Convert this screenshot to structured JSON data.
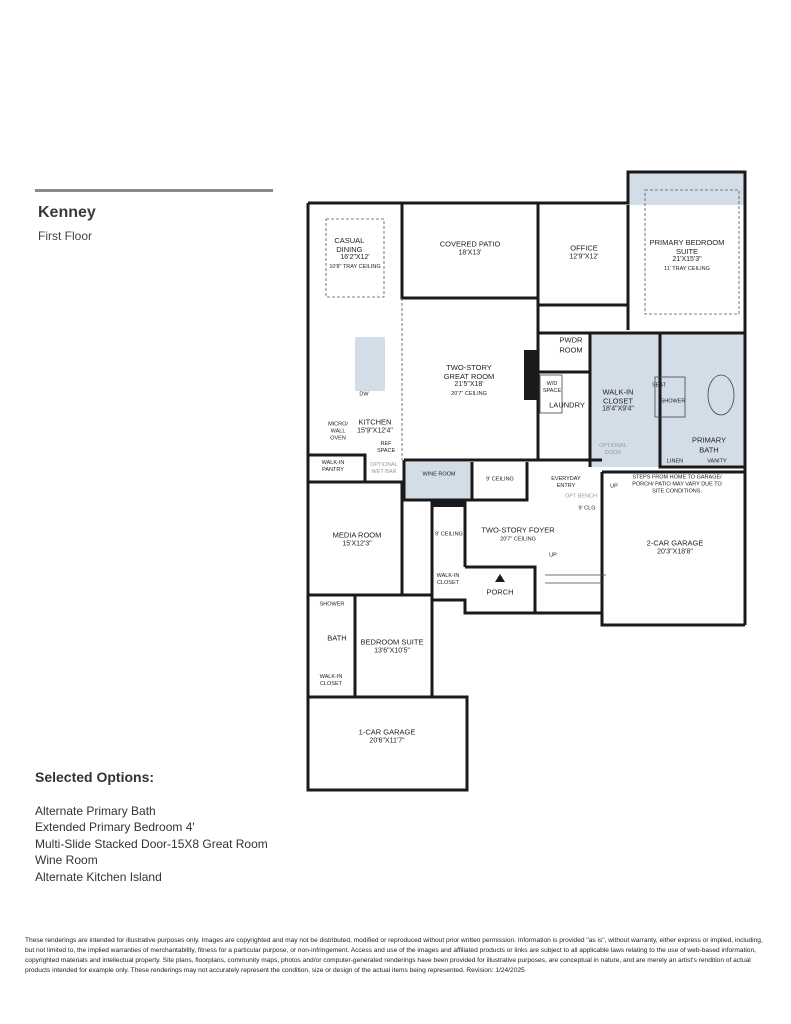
{
  "header": {
    "title": "Kenney",
    "subtitle": "First Floor"
  },
  "plan": {
    "colors": {
      "wall": "#1a1a1a",
      "highlight": "#d3dde8"
    },
    "rooms": {
      "casual_dining": {
        "name": "CASUAL DINING",
        "dims": "16'2\"X12'",
        "note": "10'8\" TRAY CEILING"
      },
      "covered_patio": {
        "name": "COVERED PATIO",
        "dims": "18'X13'"
      },
      "office": {
        "name": "OFFICE",
        "dims": "12'9\"X12'"
      },
      "primary_bedroom": {
        "name": "PRIMARY BEDROOM SUITE",
        "dims": "21'X15'3\"",
        "note": "11' TRAY CEILING"
      },
      "great_room": {
        "name": "TWO-STORY GREAT ROOM",
        "dims": "21'5\"X18'",
        "note": "20'7\" CEILING"
      },
      "pwdr_room": {
        "name": "PWDR ROOM"
      },
      "wd_space": {
        "name": "W/D SPACE"
      },
      "laundry": {
        "name": "LAUNDRY"
      },
      "walk_in_closet_primary": {
        "name": "WALK-IN CLOSET",
        "dims": "18'4\"X9'4\""
      },
      "optional_door": "OPTIONAL DOOR",
      "seat": "SEAT",
      "shower_primary": "SHOWER",
      "primary_bath": {
        "name": "PRIMARY BATH"
      },
      "linen": "LINEN",
      "vanity": "VANITY",
      "kitchen": {
        "name": "KITCHEN",
        "dims": "15'9\"X12'4\""
      },
      "dw": "DW",
      "micro_wall_oven": "MICRO/ WALL OVEN",
      "ref_space": "REF SPACE",
      "walk_in_pantry": "WALK-IN PANTRY",
      "optional_wet_bar": "OPTIONAL WET BAR",
      "wine_room": "WINE ROOM",
      "nine_ceiling_a": "9' CEILING",
      "everyday_entry": "EVERYDAY ENTRY",
      "up_a": "UP",
      "opt_bench": "OPT BENCH",
      "steps_note": "STEPS FROM HOME TO GARAGE/ PORCH/ PATIO MAY VARY DUE TO SITE CONDITIONS.",
      "nine_clg": "9' CLG",
      "media_room": {
        "name": "MEDIA ROOM",
        "dims": "15'X12'3\""
      },
      "nine_ceiling_b": "9' CEILING",
      "foyer": {
        "name": "TWO-STORY FOYER",
        "note": "20'7\" CEILING"
      },
      "up_b": "UP",
      "two_car_garage": {
        "name": "2-CAR GARAGE",
        "dims": "20'3\"X18'8\""
      },
      "walk_in_closet_b": "WALK-IN CLOSET",
      "porch": "PORCH",
      "shower_b": "SHOWER",
      "bath_b": "BATH",
      "bedroom_suite": {
        "name": "BEDROOM SUITE",
        "dims": "13'6\"X10'5\""
      },
      "walk_in_closet_c": "WALK-IN CLOSET",
      "one_car_garage": {
        "name": "1-CAR GARAGE",
        "dims": "20'6\"X11'7\""
      }
    }
  },
  "options": {
    "heading": "Selected Options:",
    "items": [
      "Alternate Primary Bath",
      "Extended Primary Bedroom 4'",
      "Multi-Slide Stacked Door-15X8 Great Room",
      "Wine Room",
      "Alternate Kitchen Island"
    ]
  },
  "disclaimer": "These renderings are intended for illustrative purposes only. Images are copyrighted and may not be distributed, modified or reproduced without prior written permission. Information is provided \"as is\", without warranty, either express or implied, including, but not limited to, the implied warranties of merchantability, fitness for a particular purpose, or non-infringement. Access and use of the images and affiliated products or links are subject to all applicable laws relating to the use of web-based information, copyrighted materials and intellectual property. Site plans, floorplans, community maps, photos and/or computer-generated renderings have been provided for illustrative purposes, are conceptual in nature, and are merely an artist's rendition of actual products intended for example only. These renderings may not accurately represent the condition, size or design of the actual items being represented. Revision: 1/24/2025"
}
